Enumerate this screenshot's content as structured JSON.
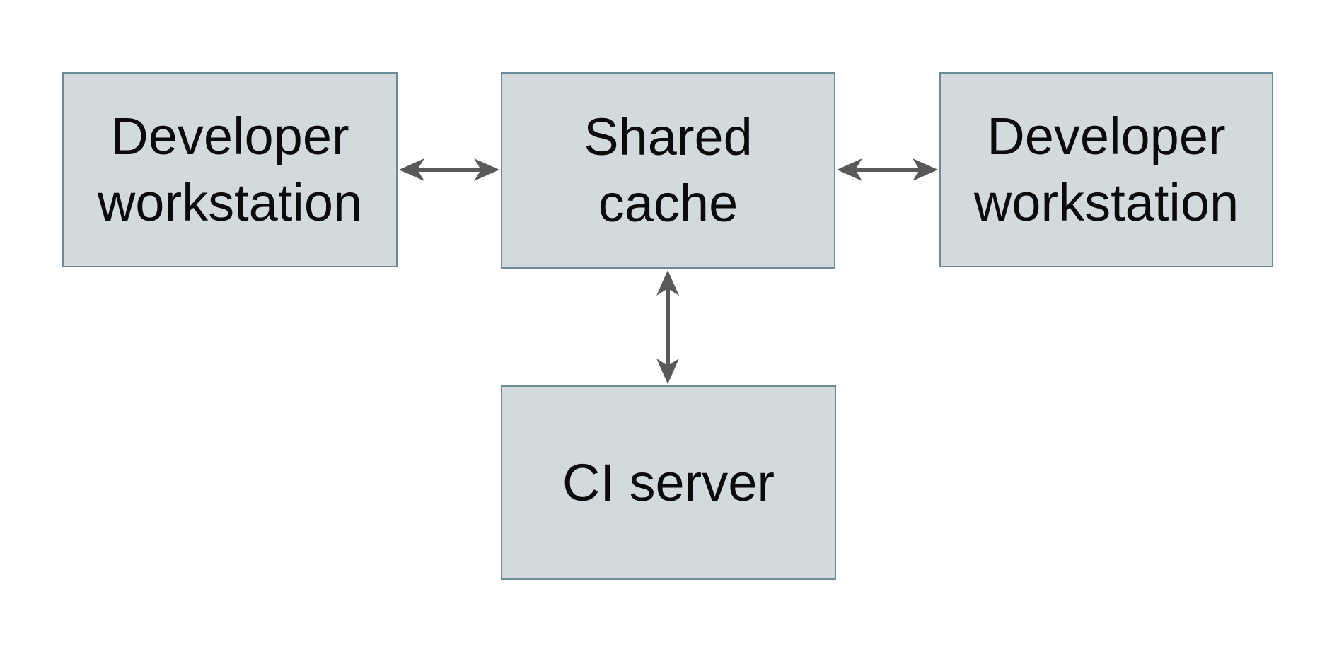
{
  "diagram": {
    "title": "",
    "nodes": [
      {
        "id": "developer-workstation-left",
        "label": [
          "Developer",
          "workstation"
        ]
      },
      {
        "id": "shared-cache",
        "label": [
          "Shared",
          "cache"
        ]
      },
      {
        "id": "developer-workstation-right",
        "label": [
          "Developer",
          "workstation"
        ]
      },
      {
        "id": "ci-server",
        "label": [
          "CI server"
        ]
      }
    ],
    "edges": [
      {
        "from": "developer-workstation-left",
        "to": "shared-cache",
        "direction": "bidirectional"
      },
      {
        "from": "shared-cache",
        "to": "developer-workstation-right",
        "direction": "bidirectional"
      },
      {
        "from": "shared-cache",
        "to": "ci-server",
        "direction": "bidirectional"
      }
    ]
  },
  "colors": {
    "background": "#ffffff",
    "box_fill": "#d3dadd",
    "box_border": "#6d8a98",
    "arrow": "#58595b",
    "text": "#0b0b0b"
  }
}
